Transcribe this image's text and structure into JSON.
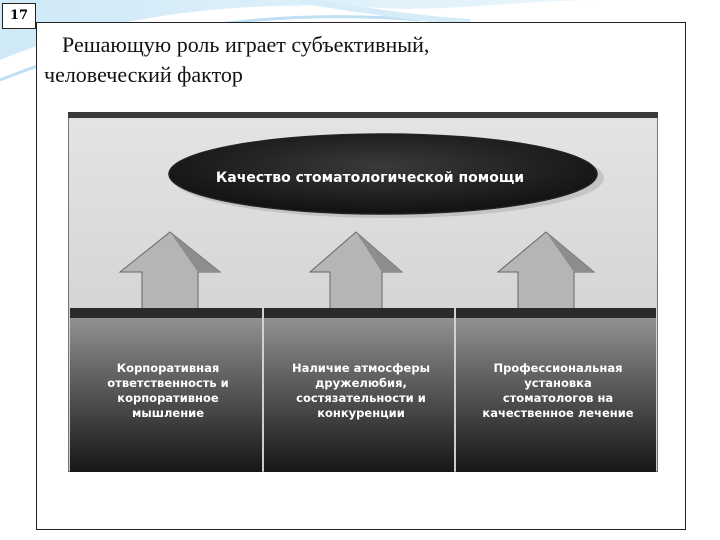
{
  "slide": {
    "number": "17"
  },
  "title": {
    "line1": "Решающую роль играет субъективный,",
    "line2": "человеческий фактор"
  },
  "diagram": {
    "top_label": "Качество стоматологической помощи",
    "pillars": [
      {
        "lines": [
          "Корпоративная",
          "ответственность и",
          "корпоративное",
          "мышление"
        ]
      },
      {
        "lines": [
          "Наличие атмосферы",
          "дружелюбия,",
          "состязательности и",
          "конкуренции"
        ]
      },
      {
        "lines": [
          "Профессиональная",
          "установка",
          "стоматологов на",
          "качественное лечение"
        ]
      }
    ]
  }
}
